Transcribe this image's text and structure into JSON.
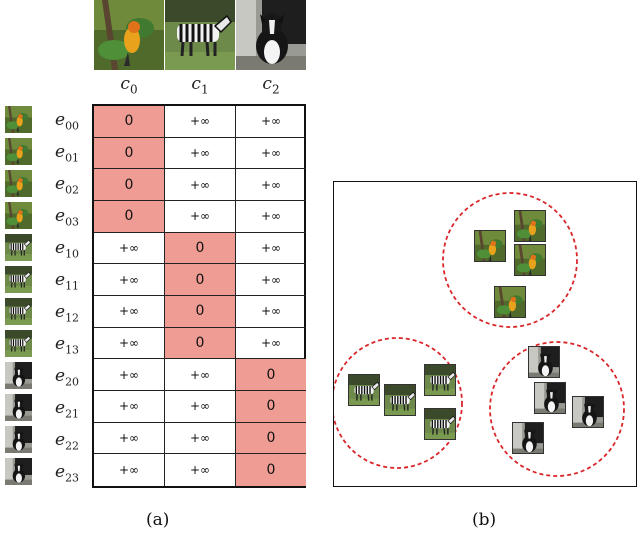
{
  "columns": [
    {
      "label_base": "c",
      "label_sub": "0",
      "image_icon": "bird-icon"
    },
    {
      "label_base": "c",
      "label_sub": "1",
      "image_icon": "zebra-icon"
    },
    {
      "label_base": "c",
      "label_sub": "2",
      "image_icon": "dog-icon"
    }
  ],
  "rows": [
    {
      "label_base": "e",
      "label_sub": "00",
      "icon": "bird-icon",
      "values": [
        "0",
        "+∞",
        "+∞"
      ]
    },
    {
      "label_base": "e",
      "label_sub": "01",
      "icon": "bird-icon",
      "values": [
        "0",
        "+∞",
        "+∞"
      ]
    },
    {
      "label_base": "e",
      "label_sub": "02",
      "icon": "bird-icon",
      "values": [
        "0",
        "+∞",
        "+∞"
      ]
    },
    {
      "label_base": "e",
      "label_sub": "03",
      "icon": "bird-icon",
      "values": [
        "0",
        "+∞",
        "+∞"
      ]
    },
    {
      "label_base": "e",
      "label_sub": "10",
      "icon": "zebra-icon",
      "values": [
        "+∞",
        "0",
        "+∞"
      ]
    },
    {
      "label_base": "e",
      "label_sub": "11",
      "icon": "zebra-icon",
      "values": [
        "+∞",
        "0",
        "+∞"
      ]
    },
    {
      "label_base": "e",
      "label_sub": "12",
      "icon": "zebra-icon",
      "values": [
        "+∞",
        "0",
        "+∞"
      ]
    },
    {
      "label_base": "e",
      "label_sub": "13",
      "icon": "zebra-icon",
      "values": [
        "+∞",
        "0",
        "+∞"
      ]
    },
    {
      "label_base": "e",
      "label_sub": "20",
      "icon": "dog-icon",
      "values": [
        "+∞",
        "+∞",
        "0"
      ]
    },
    {
      "label_base": "e",
      "label_sub": "21",
      "icon": "dog-icon",
      "values": [
        "+∞",
        "+∞",
        "0"
      ]
    },
    {
      "label_base": "e",
      "label_sub": "22",
      "icon": "dog-icon",
      "values": [
        "+∞",
        "+∞",
        "0"
      ]
    },
    {
      "label_base": "e",
      "label_sub": "23",
      "icon": "dog-icon",
      "values": [
        "+∞",
        "+∞",
        "0"
      ]
    }
  ],
  "captions": {
    "a": "(a)",
    "b": "(b)"
  },
  "colors": {
    "zero_cell": "#ef9c94",
    "cluster_circle": "#d9262a"
  },
  "clusters": [
    {
      "name": "bird-cluster",
      "icon": "bird-icon"
    },
    {
      "name": "zebra-cluster",
      "icon": "zebra-icon"
    },
    {
      "name": "dog-cluster",
      "icon": "dog-icon"
    }
  ]
}
